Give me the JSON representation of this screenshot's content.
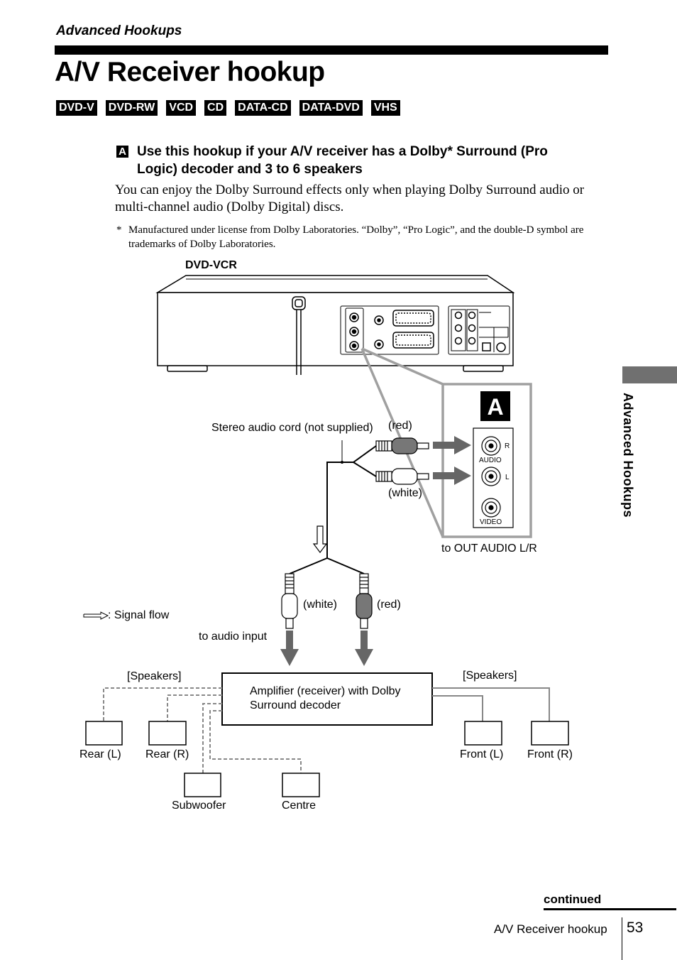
{
  "header": {
    "section": "Advanced Hookups",
    "title": "A/V Receiver hookup",
    "badges": [
      "DVD-V",
      "DVD-RW",
      "VCD",
      "CD",
      "DATA-CD",
      "DATA-DVD",
      "VHS"
    ]
  },
  "content": {
    "marker": "A",
    "subheading": "Use this hookup if your A/V receiver has a Dolby* Surround (Pro Logic) decoder and 3 to 6 speakers",
    "body": "You can enjoy the Dolby Surround effects only when playing Dolby Surround audio or multi-channel audio (Dolby Digital) discs.",
    "footnote_mark": "*",
    "footnote": "Manufactured under license from Dolby Laboratories.  “Dolby”, “Pro Logic”, and the double-D symbol are trademarks of Dolby Laboratories."
  },
  "diagram": {
    "device_label": "DVD-VCR",
    "callout_letter": "A",
    "cord_label": "Stereo audio cord (not supplied)",
    "red_top": "(red)",
    "white_top": "(white)",
    "jack_r": "R",
    "jack_audio": "AUDIO",
    "jack_l": "L",
    "jack_video": "VIDEO",
    "out_label": "to OUT AUDIO L/R",
    "white_bottom": "(white)",
    "red_bottom": "(red)",
    "signal_flow": ": Signal flow",
    "audio_input": "to audio input",
    "speakers_left": "[Speakers]",
    "speakers_right": "[Speakers]",
    "amplifier": "Amplifier (receiver) with Dolby Surround decoder",
    "rear_l": "Rear (L)",
    "rear_r": "Rear (R)",
    "subwoofer": "Subwoofer",
    "centre": "Centre",
    "front_l": "Front (L)",
    "front_r": "Front (R)"
  },
  "sidebar": {
    "tab_label": "Advanced Hookups"
  },
  "footer": {
    "continued": "continued",
    "page_label": "A/V Receiver hookup",
    "page_number": "53"
  }
}
